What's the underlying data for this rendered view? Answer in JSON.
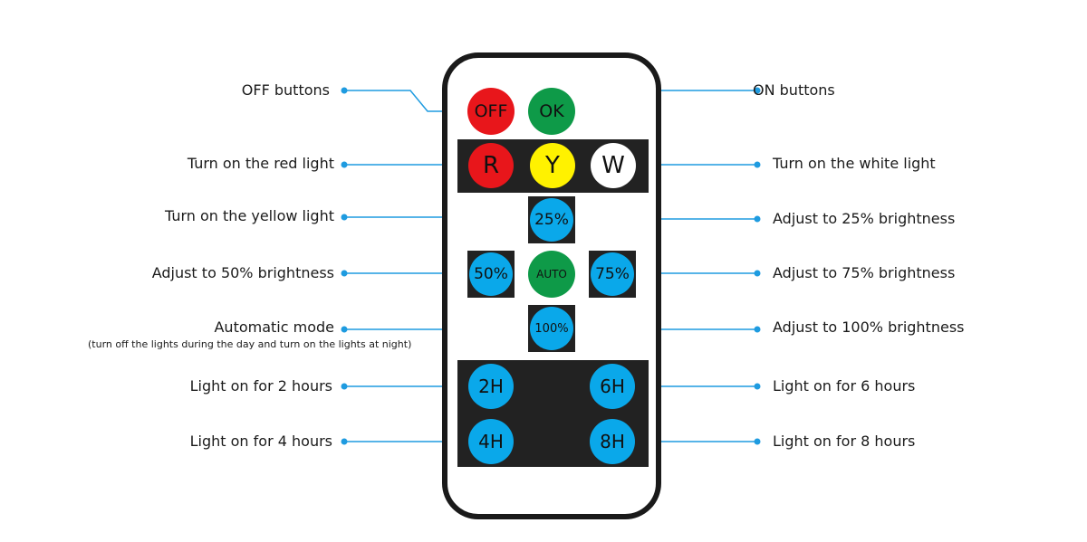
{
  "colors": {
    "accent_line": "#1e9be0",
    "red": "#e8161b",
    "green": "#0e9a48",
    "yellow": "#fff200",
    "white": "#ffffff",
    "blue": "#0aa8ea",
    "dark_panel": "#222222"
  },
  "remote": {
    "off": "OFF",
    "ok": "OK",
    "r": "R",
    "y": "Y",
    "w": "W",
    "b25": "25%",
    "b50": "50%",
    "auto": "AUTO",
    "b75": "75%",
    "b100": "100%",
    "h2": "2H",
    "h6": "6H",
    "h4": "4H",
    "h8": "8H"
  },
  "labels": {
    "off_buttons": "OFF buttons",
    "on_buttons": "ON buttons",
    "red_light": "Turn on the red light",
    "white_light": "Turn on the white light",
    "yellow_light": "Turn on the yellow light",
    "b25": "Adjust to 25% brightness",
    "b50": "Adjust to 50% brightness",
    "b75": "Adjust to 75% brightness",
    "auto": "Automatic mode",
    "auto_sub": "(turn off the lights during the day and turn on the lights at night)",
    "b100": "Adjust to 100% brightness",
    "h2": "Light on for 2 hours",
    "h6": "Light on for 6 hours",
    "h4": "Light on for 4 hours",
    "h8": "Light on for 8 hours"
  }
}
